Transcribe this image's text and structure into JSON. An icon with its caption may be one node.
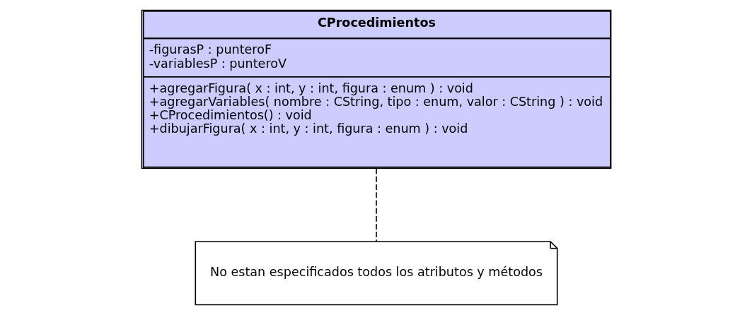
{
  "diagram": {
    "nodes": [
      {
        "text": [
          "CProcedimientos",
          "-figurasP : punteroF",
          "-variablesP : punteroV",
          "+agregarFigura( x : int, y : int, figura : enum ) : void",
          "+agregarVariables( nombre : CString, tipo : enum, valor : CString ) : void",
          "+CProcedimientos() : void",
          "+dibujarFigura( x : int, y : int, figura : enum ) : void"
        ]
      },
      {
        "text": [
          "No estan especificados todos los atributos y métodos"
        ]
      }
    ],
    "edges": [
      {
        "from": 0,
        "to": 1,
        "arrow": "none",
        "style": "dashed"
      }
    ]
  }
}
